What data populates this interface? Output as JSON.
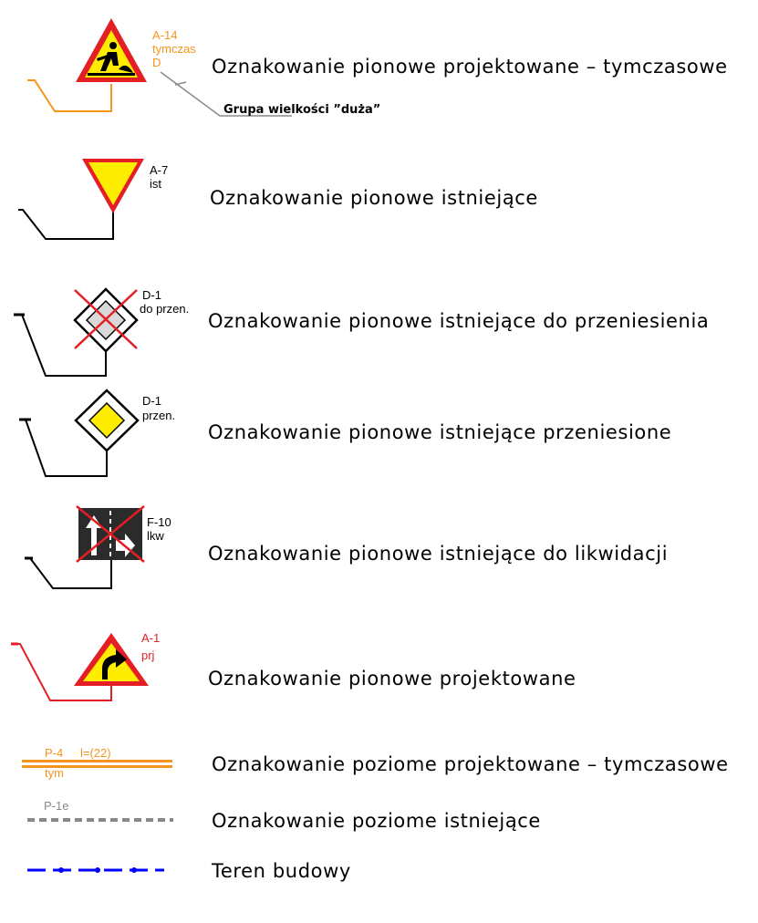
{
  "legend": {
    "rows": [
      {
        "code": "A-14",
        "status": "tymczas",
        "extra": "D",
        "description": "Oznakowanie pionowe projektowane – tymczasowe",
        "color": "#f7941d"
      },
      {
        "code": "A-7",
        "status": "ist",
        "description": "Oznakowanie pionowe istniejące",
        "color": "#000000"
      },
      {
        "code": "D-1",
        "status": "do przen.",
        "description": "Oznakowanie pionowe istniejące do przeniesienia",
        "color": "#000000"
      },
      {
        "code": "D-1",
        "status": "przen.",
        "description": "Oznakowanie pionowe istniejące przeniesione",
        "color": "#000000"
      },
      {
        "code": "F-10",
        "status": "lkw",
        "description": "Oznakowanie pionowe istniejące do likwidacji",
        "color": "#000000"
      },
      {
        "code": "A-1",
        "status": "prj",
        "description": "Oznakowanie pionowe projektowane",
        "color": "#e31e24"
      },
      {
        "code": "P-4",
        "width_label": "l=(22)",
        "status": "tym",
        "description": "Oznakowanie poziome projektowane – tymczasowe",
        "color": "#f7941d"
      },
      {
        "code": "P-1e",
        "description": "Oznakowanie poziome istniejące",
        "color": "#888888"
      },
      {
        "description": "Teren budowy",
        "color": "#0000ff"
      }
    ],
    "size_group_note": "Grupa wielkości ”duża”"
  }
}
